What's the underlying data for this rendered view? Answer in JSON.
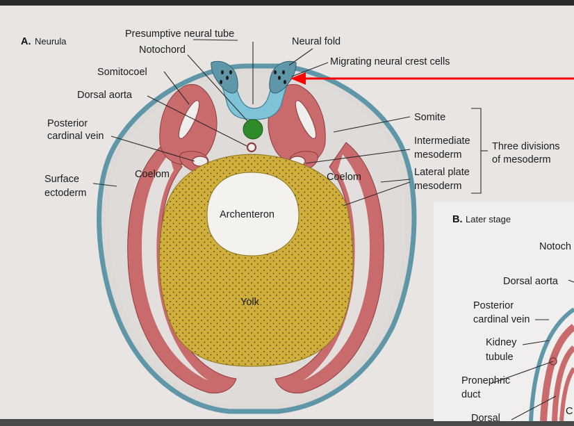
{
  "panel_a": {
    "letter": "A.",
    "title": "Neurula",
    "labels": {
      "presumptive_neural_tube": "Presumptive neural tube",
      "notochord": "Notochord",
      "neural_fold": "Neural fold",
      "migrating_neural_crest": "Migrating neural crest cells",
      "somitocoel": "Somitocoel",
      "dorsal_aorta": "Dorsal aorta",
      "posterior_cardinal_vein_1": "Posterior",
      "posterior_cardinal_vein_2": "cardinal vein",
      "surface_ectoderm_1": "Surface",
      "surface_ectoderm_2": "ectoderm",
      "coelom_left": "Coelom",
      "coelom_right": "Coelom",
      "somite": "Somite",
      "intermediate_1": "Intermediate",
      "intermediate_2": "mesoderm",
      "lateral_plate_1": "Lateral plate",
      "lateral_plate_2": "mesoderm",
      "three_divisions_1": "Three divisions",
      "three_divisions_2": "of mesoderm",
      "archenteron": "Archenteron",
      "yolk": "Yolk"
    }
  },
  "panel_b": {
    "letter": "B.",
    "title": "Later stage",
    "labels": {
      "notochord_partial": "Notoch",
      "dorsal_aorta": "Dorsal aorta",
      "posterior_cardinal_1": "Posterior",
      "posterior_cardinal_2": "cardinal vein",
      "kidney_1": "Kidney",
      "kidney_2": "tubule",
      "pronephric_1": "Pronephric",
      "pronephric_2": "duct",
      "dorsal_partial": "Dorsal",
      "c_partial": "C"
    }
  },
  "colors": {
    "ectoderm": "#5f97a8",
    "neural": "#7fc3d8",
    "mesoderm": "#c96a6c",
    "notochord": "#2f8a2a",
    "yolk": "#cfae3c",
    "annotation_arrow": "#ff0000"
  }
}
